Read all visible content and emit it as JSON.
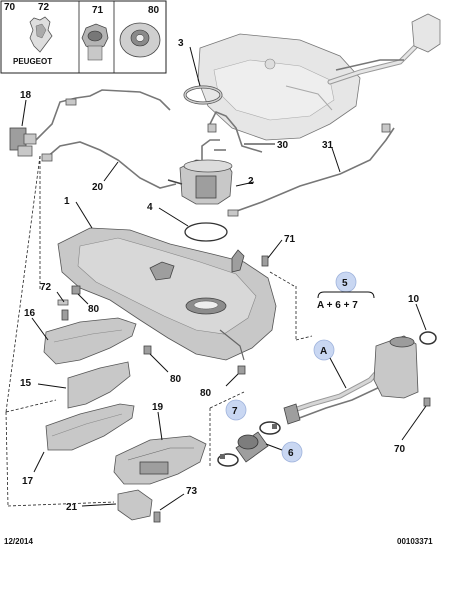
{
  "brand": {
    "name": "PEUGEOT"
  },
  "inset_labels": [
    "70",
    "72",
    "71",
    "80"
  ],
  "callouts": {
    "c1": "1",
    "c2": "2",
    "c3": "3",
    "c4": "4",
    "c5": "5",
    "c6": "6",
    "c7": "7",
    "cA": "A",
    "c10": "10",
    "c15": "15",
    "c16": "16",
    "c17": "17",
    "c18": "18",
    "c19": "19",
    "c20": "20",
    "c21": "21",
    "c30": "30",
    "c31": "31",
    "c70": "70",
    "c71": "71",
    "c72": "72",
    "c73": "73",
    "c80a": "80",
    "c80b": "80",
    "c80c": "80"
  },
  "kit_formula": "A + 6 + 7",
  "footer": {
    "date": "12/2014",
    "ref": "00103371"
  },
  "colors": {
    "badge": "#c9d7f2",
    "lines": "#111111",
    "parts": "#c8c8c8"
  }
}
